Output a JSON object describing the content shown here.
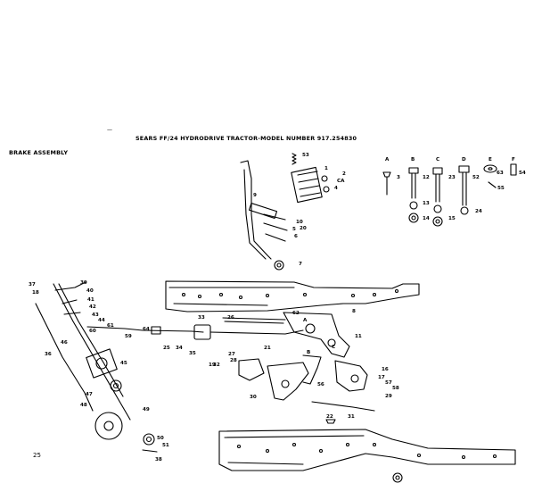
{
  "header": {
    "title": "SEARS FF/24 HYDRODRIVE TRACTOR-MODEL NUMBER 917.254830",
    "dash": "—"
  },
  "section_label": "BRAKE ASSEMBLY",
  "page_number": "25",
  "hardware_headers": [
    "A",
    "B",
    "C",
    "D",
    "E",
    "F"
  ],
  "callouts": [
    "1",
    "2",
    "3",
    "4",
    "5",
    "6",
    "7",
    "8",
    "9",
    "10",
    "11",
    "12",
    "13",
    "14",
    "15",
    "16",
    "17",
    "18",
    "19",
    "20",
    "21",
    "22",
    "23",
    "24",
    "25",
    "26",
    "27",
    "28",
    "29",
    "30",
    "31",
    "32",
    "33",
    "34",
    "35",
    "36",
    "37",
    "38",
    "39",
    "40",
    "41",
    "42",
    "43",
    "44",
    "45",
    "46",
    "47",
    "48",
    "49",
    "50",
    "51",
    "52",
    "53",
    "54",
    "55",
    "56",
    "57",
    "58",
    "59",
    "60",
    "61",
    "62",
    "63",
    "64",
    "CA",
    "C",
    "B",
    "A"
  ]
}
